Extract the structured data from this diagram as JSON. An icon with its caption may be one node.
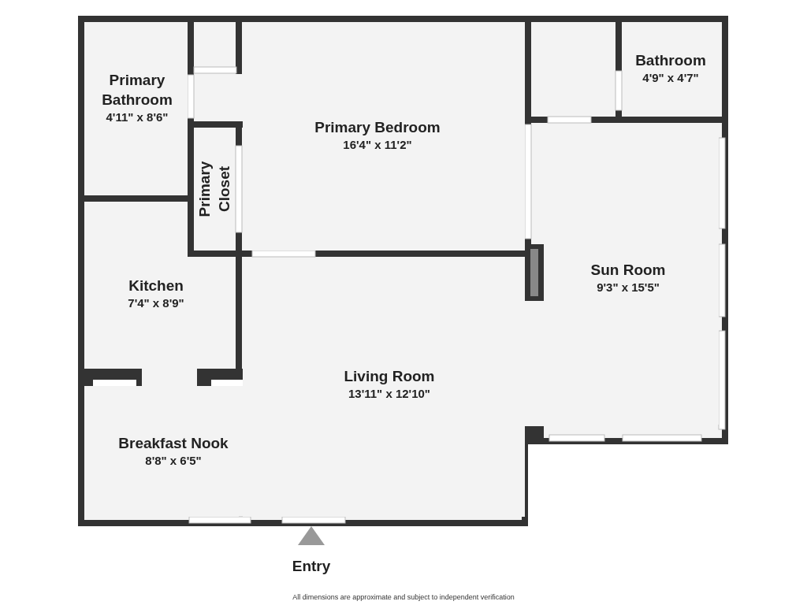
{
  "diagram": {
    "nodes": [
      {
        "text": [
          "Primary Bathroom",
          "4'11\" x 8'6\""
        ]
      },
      {
        "text": [
          "Primary Bedroom",
          "16'4\" x 11'2\""
        ]
      },
      {
        "text": [
          "Primary Closet"
        ]
      },
      {
        "text": [
          "Bathroom",
          "4'9\" x 4'7\""
        ]
      },
      {
        "text": [
          "Sun Room",
          "9'3\" x 15'5\""
        ]
      },
      {
        "text": [
          "Kitchen",
          "7'4\" x 8'9\""
        ]
      },
      {
        "text": [
          "Living Room",
          "13'11\" x 12'10\""
        ]
      },
      {
        "text": [
          "Breakfast Nook",
          "8'8\" x 6'5\""
        ]
      }
    ],
    "labels": [
      "Entry",
      "All dimensions are approximate and subject to independent verification"
    ]
  }
}
